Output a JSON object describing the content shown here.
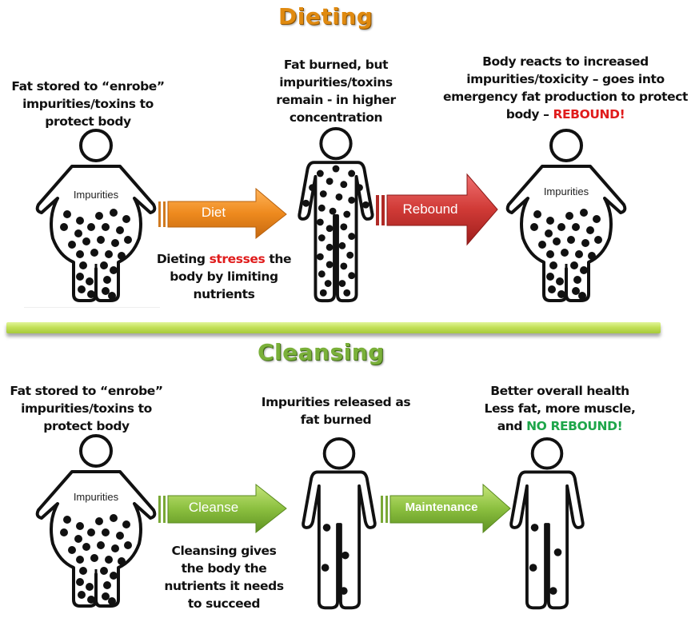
{
  "sections": {
    "dieting": {
      "title": "Dieting",
      "title_color": "#e08a10",
      "captions": {
        "stage1": "Fat stored to “enrobe” impurities/toxins to protect body",
        "stage2": "Fat burned, but impurities/toxins remain  - in higher concentration",
        "stage3_prefix": "Body reacts to increased impurities/toxicity – goes into emergency fat production to protect body – ",
        "stage3_highlight": "REBOUND!",
        "arrow1_note_prefix": "Dieting ",
        "arrow1_note_highlight": "stresses",
        "arrow1_note_suffix": " the body by limiting nutrients"
      },
      "arrows": [
        {
          "label": "Diet",
          "color": "#ee8a1e"
        },
        {
          "label": "Rebound",
          "color": "#c8302c"
        }
      ],
      "figures": [
        {
          "type": "fat",
          "label": "Impurities"
        },
        {
          "type": "thin-full-dots"
        },
        {
          "type": "fat",
          "label": "Impurities"
        }
      ]
    },
    "cleansing": {
      "title": "Cleansing",
      "title_color": "#7ab03a",
      "captions": {
        "stage1": "Fat stored to “enrobe” impurities/toxins to protect body",
        "stage2": "Impurities released as fat burned",
        "stage3_line1": "Better overall health",
        "stage3_line2": "Less fat, more muscle,",
        "stage3_prefix": "and ",
        "stage3_highlight": "NO REBOUND!",
        "arrow1_note": "Cleansing gives the body the nutrients it needs to succeed"
      },
      "arrows": [
        {
          "label": "Cleanse",
          "color": "#8cc040"
        },
        {
          "label": "Maintenance",
          "color": "#8cc040"
        }
      ],
      "figures": [
        {
          "type": "fat",
          "label": "Impurities"
        },
        {
          "type": "thin-few-dots"
        },
        {
          "type": "thin-few-dots"
        }
      ]
    }
  }
}
